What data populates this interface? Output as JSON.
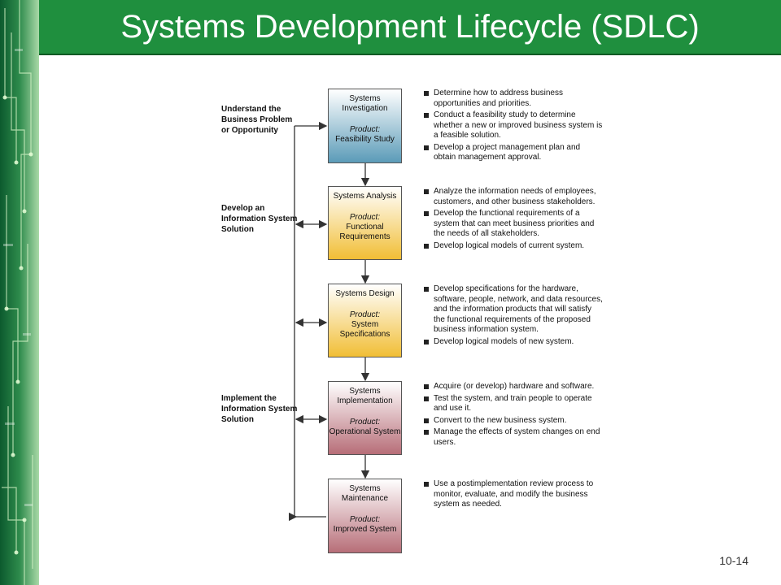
{
  "slide": {
    "title": "Systems Development Lifecycle (SDLC)",
    "page_number": "10-14",
    "title_bar_color": "#1f8f3e"
  },
  "stages": [
    {
      "label": "Understand the Business Problem or Opportunity"
    },
    {
      "label": "Develop an Information System Solution"
    },
    {
      "label": "Implement the Information System Solution"
    }
  ],
  "phases": [
    {
      "name": "Systems Investigation",
      "product_label": "Product:",
      "product": "Feasibility Study",
      "color": "#5b9bb8",
      "bullets": [
        "Determine how to address business opportunities and priorities.",
        "Conduct a feasibility study to determine whether a new or improved business system is a feasible solution.",
        "Develop a project management plan and obtain management approval."
      ]
    },
    {
      "name": "Systems Analysis",
      "product_label": "Product:",
      "product": "Functional Requirements",
      "color": "#f1be35",
      "bullets": [
        "Analyze the information needs of employees, customers, and other business stakeholders.",
        "Develop the functional requirements of a system that can meet business priorities and the needs of all stakeholders.",
        "Develop logical models of current system."
      ]
    },
    {
      "name": "Systems Design",
      "product_label": "Product:",
      "product": "System Specifications",
      "color": "#f1be35",
      "bullets": [
        "Develop specifications for the hardware, software, people, network, and data resources, and the information products that will satisfy the functional requirements of the proposed business information system.",
        "Develop logical models of new system."
      ]
    },
    {
      "name": "Systems Implementation",
      "product_label": "Product:",
      "product": "Operational System",
      "color": "#b76e78",
      "bullets": [
        "Acquire (or develop) hardware and software.",
        "Test the system, and train people to operate and use it.",
        "Convert to the new business system.",
        "Manage the effects of system changes on end users."
      ]
    },
    {
      "name": "Systems Maintenance",
      "product_label": "Product:",
      "product": "Improved System",
      "color": "#b76e78",
      "bullets": [
        "Use a postimplementation review process to monitor, evaluate, and modify the business system as needed."
      ]
    }
  ]
}
